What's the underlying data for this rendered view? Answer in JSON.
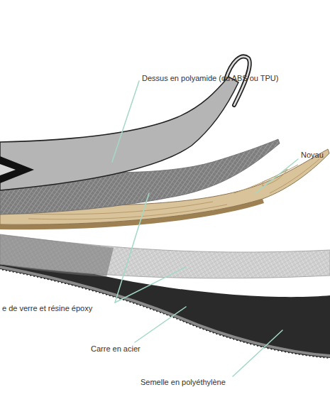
{
  "diagram": {
    "labels": [
      "Dessus en polyamide (ou ABS ou TPU)",
      "Noyau",
      "e de verre et résine époxy",
      "Carre en acier",
      "Semelle en polyéthylène"
    ]
  }
}
